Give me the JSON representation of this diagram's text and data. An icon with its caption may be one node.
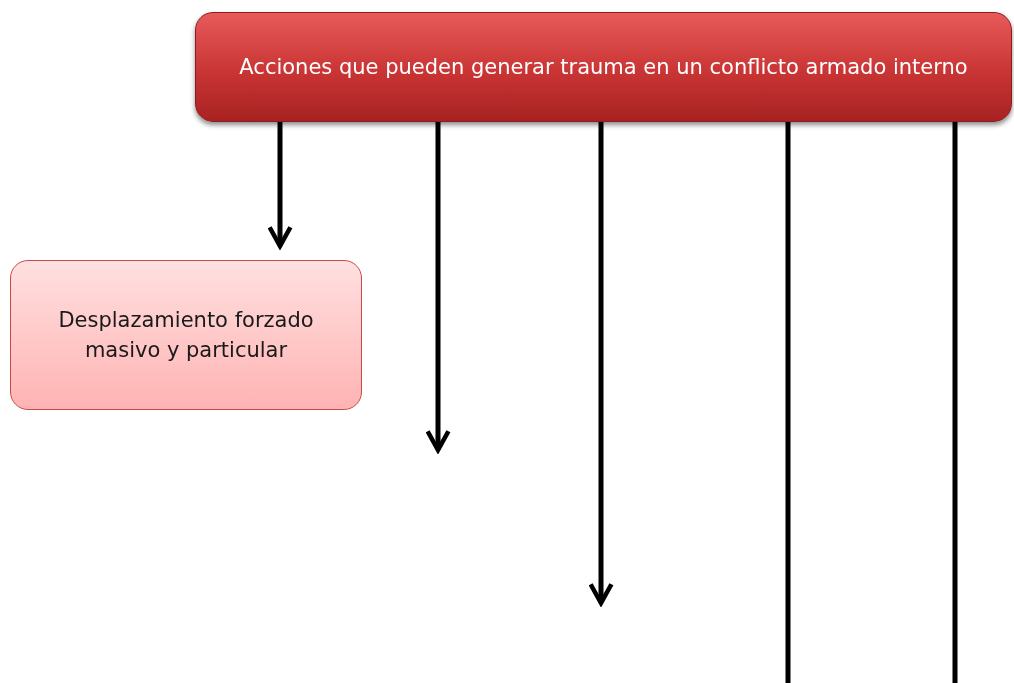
{
  "diagram": {
    "nodes": [
      {
        "text": [
          "Acciones que pueden generar trauma en un conflicto armado interno"
        ]
      },
      {
        "text": [
          "Desplazamiento forzado masivo y particular"
        ]
      }
    ],
    "edges": [
      {
        "from": 0,
        "to": 1,
        "arrow": "to"
      },
      {
        "from": 0,
        "to": null,
        "arrow": "to"
      },
      {
        "from": 0,
        "to": null,
        "arrow": "to"
      },
      {
        "from": 0,
        "to": null,
        "arrow": "none"
      },
      {
        "from": 0,
        "to": null,
        "arrow": "none"
      }
    ]
  }
}
